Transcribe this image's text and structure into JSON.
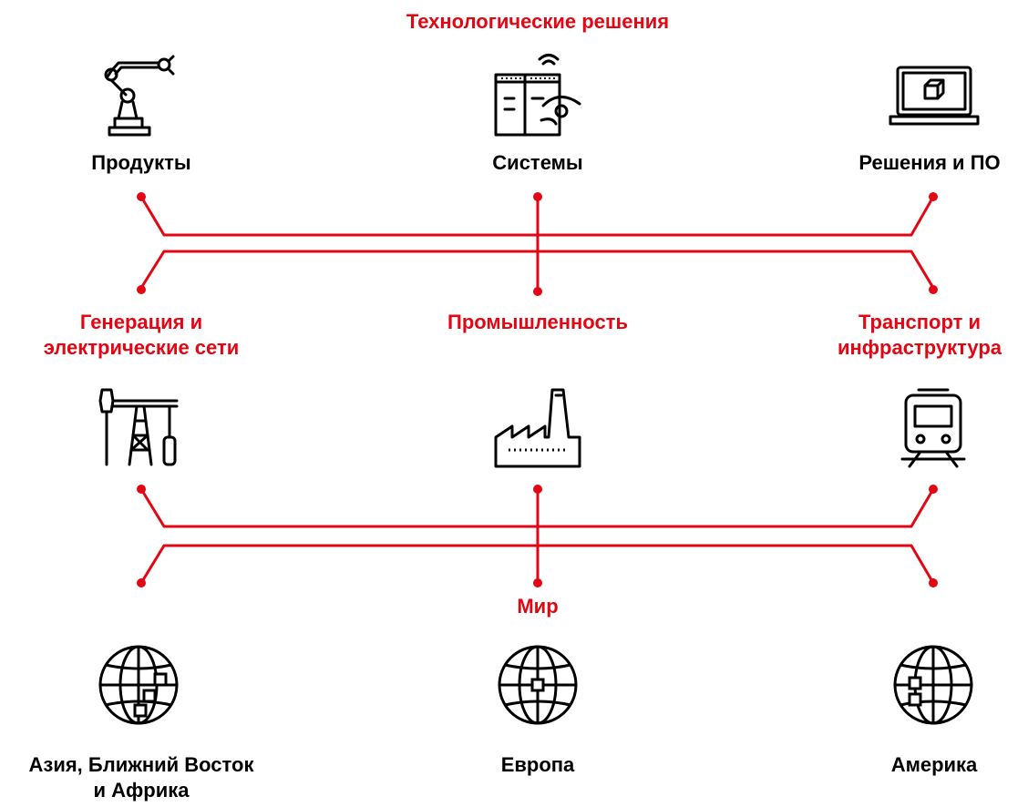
{
  "colors": {
    "accent": "#e30613",
    "text": "#000000"
  },
  "sections": {
    "technology": {
      "title": "Технологические решения",
      "items": [
        {
          "label": "Продукты",
          "icon": "robot-arm-icon"
        },
        {
          "label": "Системы",
          "icon": "control-cabinet-icon"
        },
        {
          "label": "Решения и ПО",
          "icon": "laptop-cube-icon"
        }
      ]
    },
    "industries": {
      "items": [
        {
          "label_line1": "Генерация и",
          "label_line2": "электрические сети",
          "icon": "oil-pump-icon"
        },
        {
          "label": "Промышленность",
          "icon": "factory-icon"
        },
        {
          "label_line1": "Транспорт и",
          "label_line2": "инфраструктура",
          "icon": "train-icon"
        }
      ]
    },
    "world": {
      "title": "Мир",
      "items": [
        {
          "label_line1": "Азия, Ближний Восток",
          "label_line2": "и Африка",
          "icon": "globe-icon"
        },
        {
          "label": "Европа",
          "icon": "globe-icon"
        },
        {
          "label": "Америка",
          "icon": "globe-icon"
        }
      ]
    }
  }
}
